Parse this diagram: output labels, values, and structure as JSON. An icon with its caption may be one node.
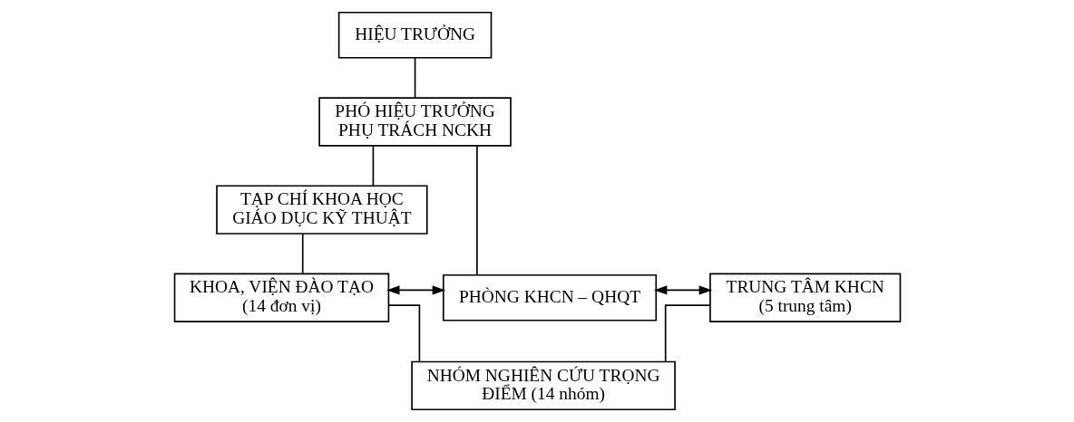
{
  "diagram": {
    "nodes": [
      {
        "text": [
          "HIỆU TRƯỞNG"
        ]
      },
      {
        "text": [
          "PHÓ HIỆU TRƯỞNG PHỤ TRÁCH NCKH"
        ]
      },
      {
        "text": [
          "TẠP CHÍ KHOA HỌC GIÁO DỤC KỸ THUẬT"
        ]
      },
      {
        "text": [
          "KHOA, VIỆN ĐÀO TẠO",
          "(14 đơn vị)"
        ]
      },
      {
        "text": [
          "PHÒNG KHCN – QHQT"
        ]
      },
      {
        "text": [
          "TRUNG TÂM KHCN",
          "(5 trung tâm)"
        ]
      },
      {
        "text": [
          "NHÓM NGHIÊN CỨU TRỌNG ĐIỂM (14 nhóm)"
        ]
      }
    ],
    "edges": [
      {
        "from": 0,
        "to": 1,
        "arrow": "none"
      },
      {
        "from": 1,
        "to": 4,
        "arrow": "none"
      },
      {
        "from": 1,
        "to": 2,
        "arrow": "none"
      },
      {
        "from": 2,
        "to": 3,
        "arrow": "none"
      },
      {
        "from": 3,
        "to": 4,
        "arrow": "both"
      },
      {
        "from": 4,
        "to": 5,
        "arrow": "both"
      },
      {
        "from": 3,
        "to": 6,
        "arrow": "none"
      },
      {
        "from": 5,
        "to": 6,
        "arrow": "none"
      }
    ]
  }
}
